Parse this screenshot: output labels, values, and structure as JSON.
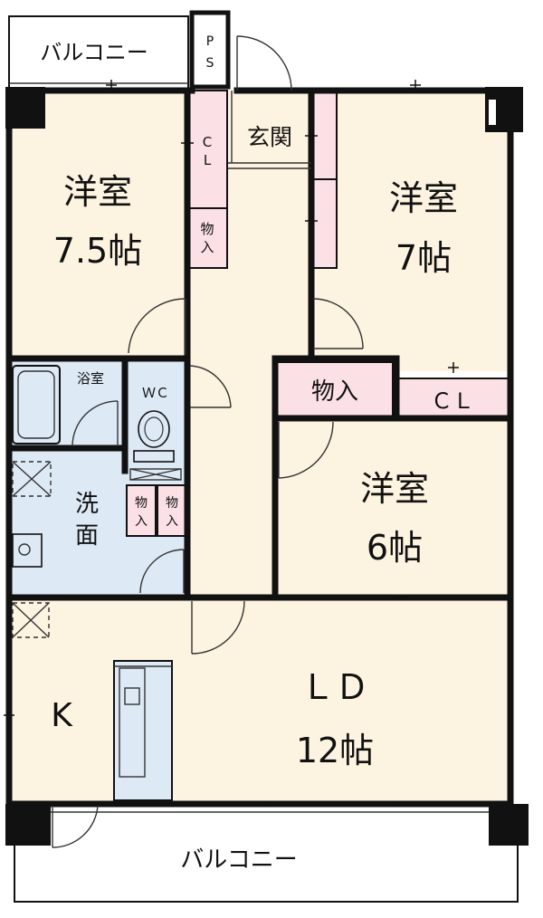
{
  "colors": {
    "room": "#fdf3e1",
    "wet": "#dde9f5",
    "storage": "#fbe0e6",
    "wall": "#111111"
  },
  "balcony_top": "バルコニー",
  "balcony_bottom": "バルコニー",
  "ps": [
    "P",
    "S"
  ],
  "genkan": "玄関",
  "closet_v": [
    "C",
    "L"
  ],
  "storage_small": [
    "物",
    "入"
  ],
  "room_west": {
    "name": "洋室",
    "size": "7.5帖"
  },
  "room_east": {
    "name": "洋室",
    "size": "7帖"
  },
  "room_middle": {
    "name": "洋室",
    "size": "6帖"
  },
  "storage_middle": "物入",
  "closet_middle": "ＣＬ",
  "bath": "浴室",
  "wc": "ＷＣ",
  "washroom": [
    "洗",
    "面"
  ],
  "kitchen": "K",
  "ld": {
    "name": "ＬＤ",
    "size": "12帖"
  }
}
